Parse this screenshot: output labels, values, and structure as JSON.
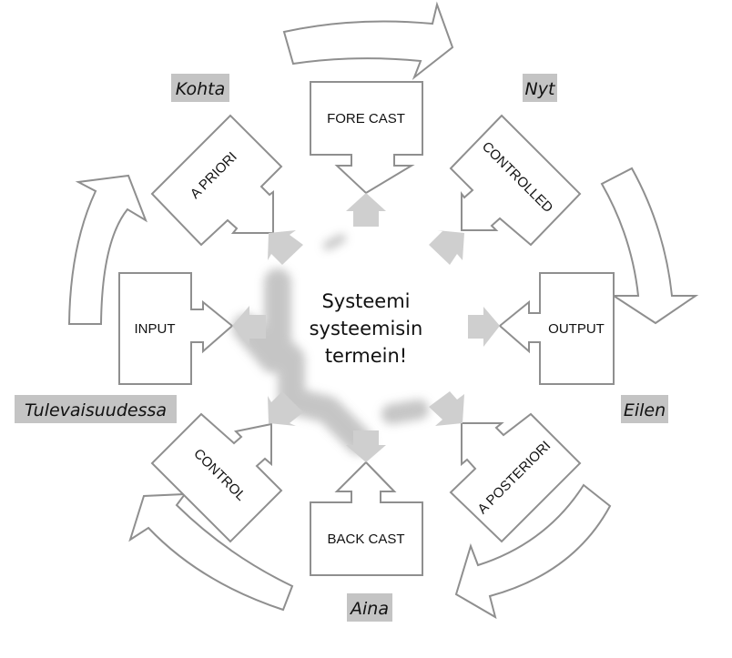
{
  "diagram": {
    "title_lines": [
      "Systeemi",
      "systeemisin",
      "termein!"
    ],
    "boxes": {
      "forecast": "FORE CAST",
      "controlled": "CONTROLLED",
      "output": "OUTPUT",
      "a_posteriori": "A POSTERIORI",
      "backcast": "BACK CAST",
      "control": "CONTROL",
      "input": "INPUT",
      "a_priori": "A PRIORI"
    },
    "time_labels": {
      "kohta": "Kohta",
      "nyt": "Nyt",
      "eilen": "Eilen",
      "aina": "Aina",
      "tulevaisuudessa": "Tulevaisuudessa"
    },
    "cycle_direction": "clockwise",
    "colors": {
      "outline": "#8f8f8f",
      "flow_arrow": "#cfcfcf",
      "label_background": "#c4c4c4",
      "text": "#111111"
    }
  }
}
